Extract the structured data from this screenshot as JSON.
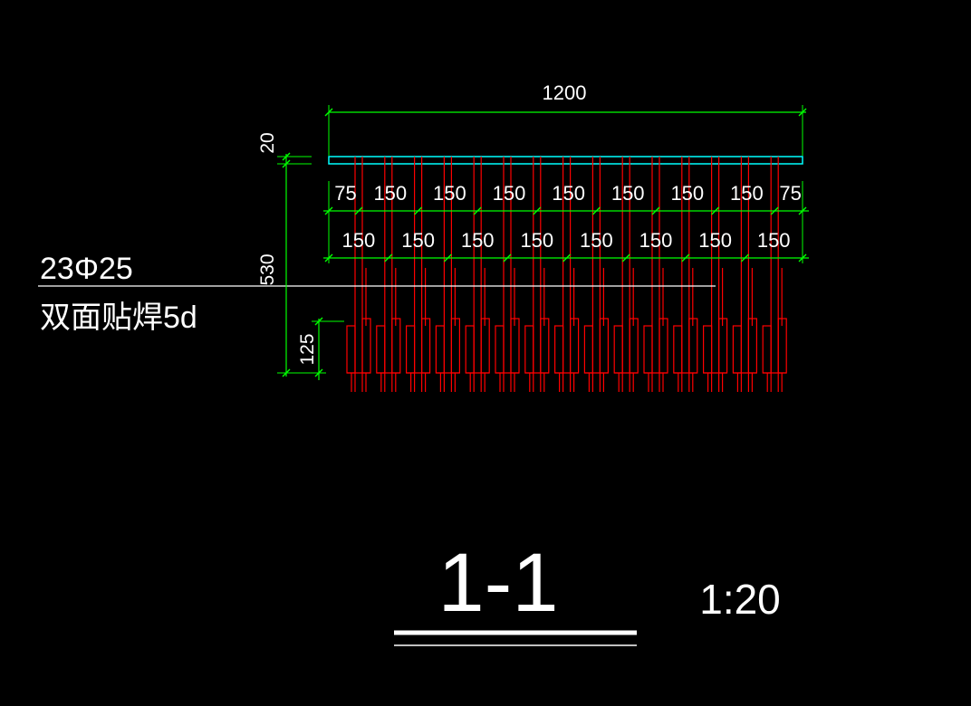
{
  "dimensions": {
    "overall_width": "1200",
    "plate_thickness": "20",
    "total_height": "530",
    "bottom_segment": "125",
    "row1": [
      "75",
      "150",
      "150",
      "150",
      "150",
      "150",
      "150",
      "150",
      "75"
    ],
    "row2": [
      "150",
      "150",
      "150",
      "150",
      "150",
      "150",
      "150",
      "150"
    ]
  },
  "annotation": {
    "rebar_spec": "23Φ25",
    "weld_note": "双面贴焊5d"
  },
  "section": {
    "title": "1-1",
    "scale": "1:20"
  },
  "colors": {
    "background": "#000000",
    "dimension": "#00ff00",
    "rebar": "#ff0000",
    "plate": "#00ffff",
    "text": "#ffffff"
  }
}
